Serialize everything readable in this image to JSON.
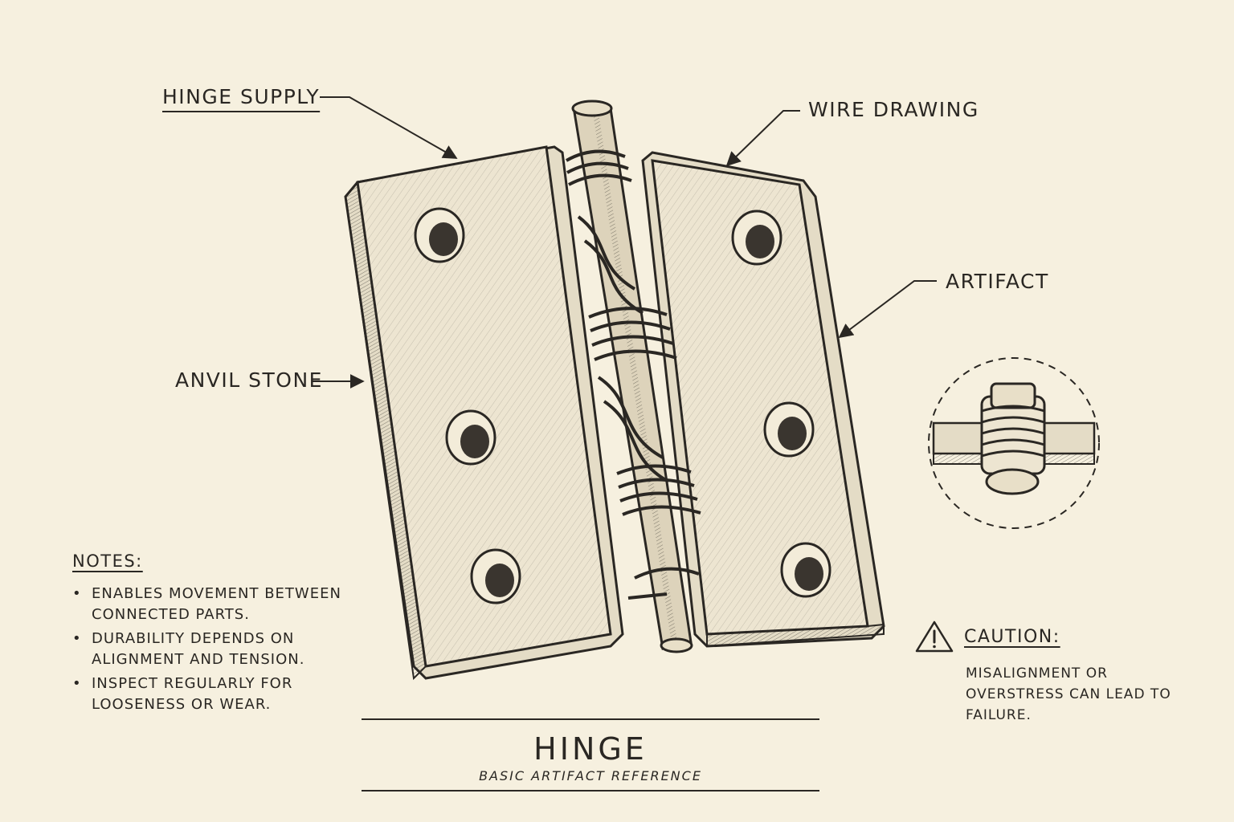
{
  "labels": {
    "hinge_supply": "HINGE SUPPLY",
    "wire_drawing": "WIRE DRAWING",
    "artifact": "ARTIFACT",
    "anvil_stone": "ANVIL STONE"
  },
  "notes": {
    "title": "NOTES:",
    "items": [
      "ENABLES MOVEMENT BETWEEN CONNECTED PARTS.",
      "DURABILITY DEPENDS ON ALIGNMENT AND TENSION.",
      "INSPECT REGULARLY FOR LOOSENESS OR WEAR."
    ]
  },
  "caution": {
    "icon": "warning-triangle-icon",
    "title": "CAUTION:",
    "text": "MISALIGNMENT OR OVERSTRESS CAN LEAD TO FAILURE."
  },
  "title_block": {
    "title": "HINGE",
    "subtitle": "BASIC ARTIFACT REFERENCE"
  },
  "colors": {
    "paper": "#f6f0df",
    "ink": "#2a2723",
    "plate": "#ede5d1"
  }
}
